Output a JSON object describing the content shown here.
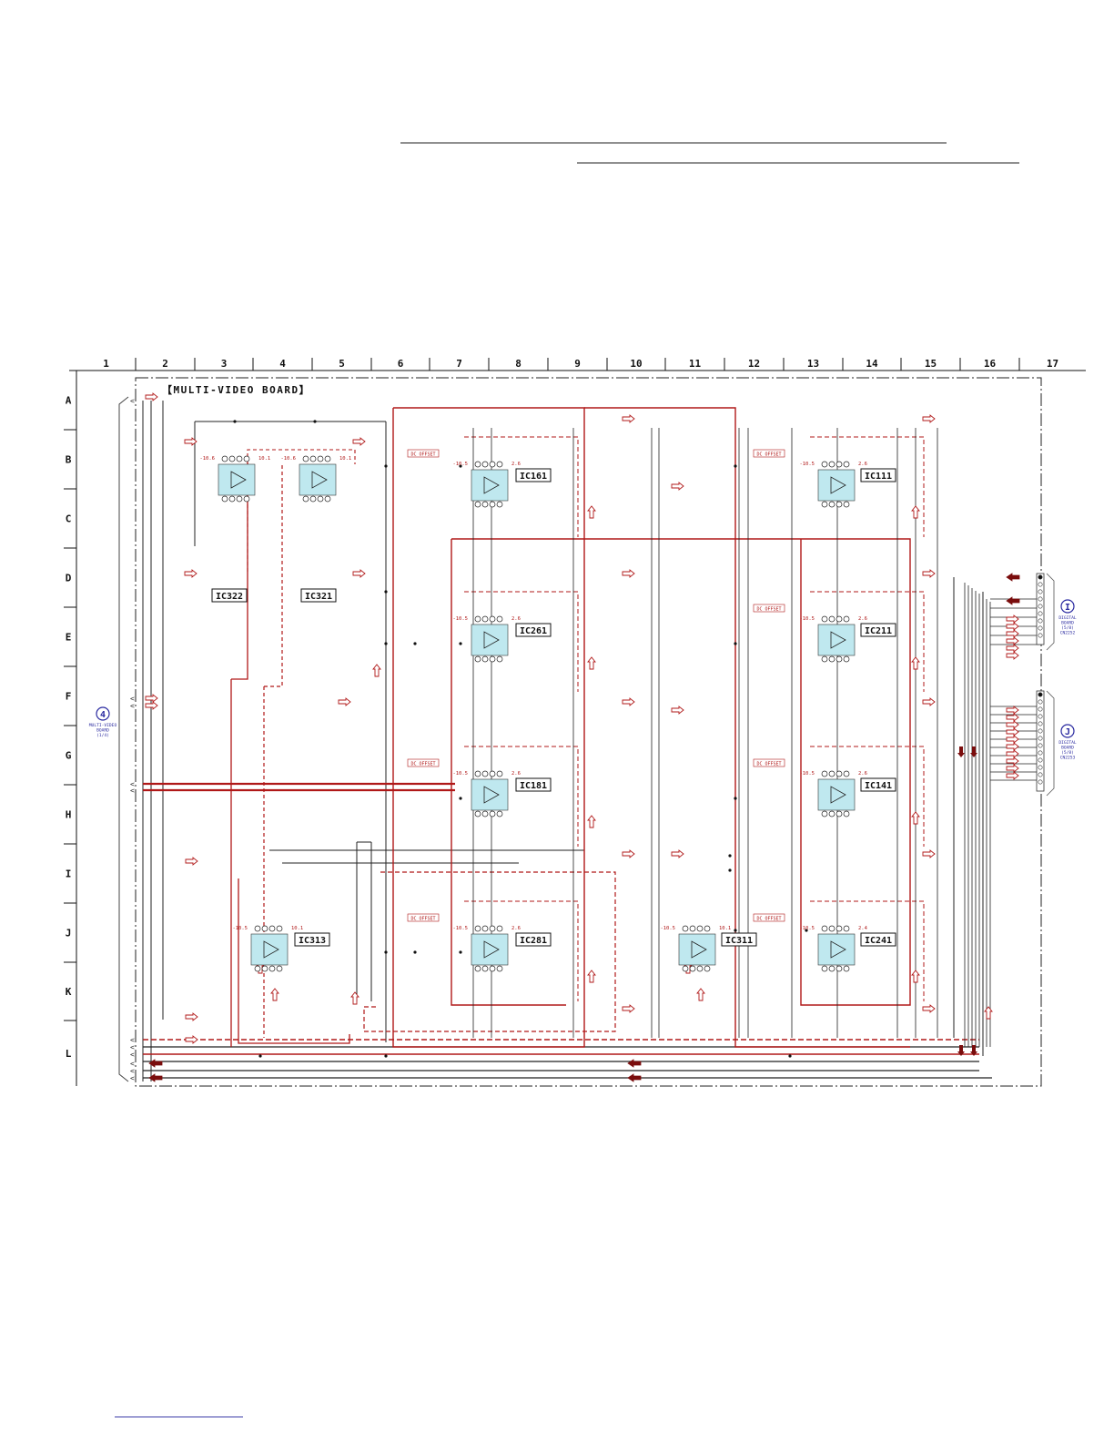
{
  "board": {
    "title": "【MULTI-VIDEO BOARD】"
  },
  "columns": [
    "1",
    "2",
    "3",
    "4",
    "5",
    "6",
    "7",
    "8",
    "9",
    "10",
    "11",
    "12",
    "13",
    "14",
    "15",
    "16",
    "17"
  ],
  "rows": [
    "A",
    "B",
    "C",
    "D",
    "E",
    "F",
    "G",
    "H",
    "I",
    "J",
    "K",
    "L"
  ],
  "dc_offset_label": "DC OFFSET",
  "ics": [
    {
      "name": "IC322",
      "left_v": "-10.6",
      "right_v": "10.1"
    },
    {
      "name": "IC321",
      "left_v": "-10.6",
      "right_v": "10.1"
    },
    {
      "name": "IC161",
      "left_v": "-10.5",
      "right_v": "2.6"
    },
    {
      "name": "IC261",
      "left_v": "-10.5",
      "right_v": "2.6"
    },
    {
      "name": "IC181",
      "left_v": "-10.5",
      "right_v": "2.6"
    },
    {
      "name": "IC281",
      "left_v": "-10.5",
      "right_v": "2.6"
    },
    {
      "name": "IC111",
      "left_v": "-10.5",
      "right_v": "2.6"
    },
    {
      "name": "IC211",
      "left_v": "-10.5",
      "right_v": "2.6"
    },
    {
      "name": "IC141",
      "left_v": "-10.5",
      "right_v": "2.6"
    },
    {
      "name": "IC241",
      "left_v": "-10.5",
      "right_v": "2.4"
    },
    {
      "name": "IC313",
      "left_v": "-10.5",
      "right_v": "10.1"
    },
    {
      "name": "IC311",
      "left_v": "-10.5",
      "right_v": "10.1"
    }
  ],
  "connectors": {
    "left": {
      "letter": "4",
      "lines": [
        "MULTI-VIDEO",
        "BOARD",
        "(1/4)"
      ]
    },
    "right_i": {
      "letter": "I",
      "lines": [
        "DIGITAL",
        "BOARD",
        "(5/8)",
        "CN2252"
      ]
    },
    "right_j": {
      "letter": "J",
      "lines": [
        "DIGITAL",
        "BOARD",
        "(5/8)",
        "CN2253"
      ]
    }
  },
  "colors": {
    "signal": "#b01818",
    "wire": "#222222",
    "ic_fill": "#bfe8ef",
    "grid": "#111111",
    "connector": "#2a2aa0"
  }
}
